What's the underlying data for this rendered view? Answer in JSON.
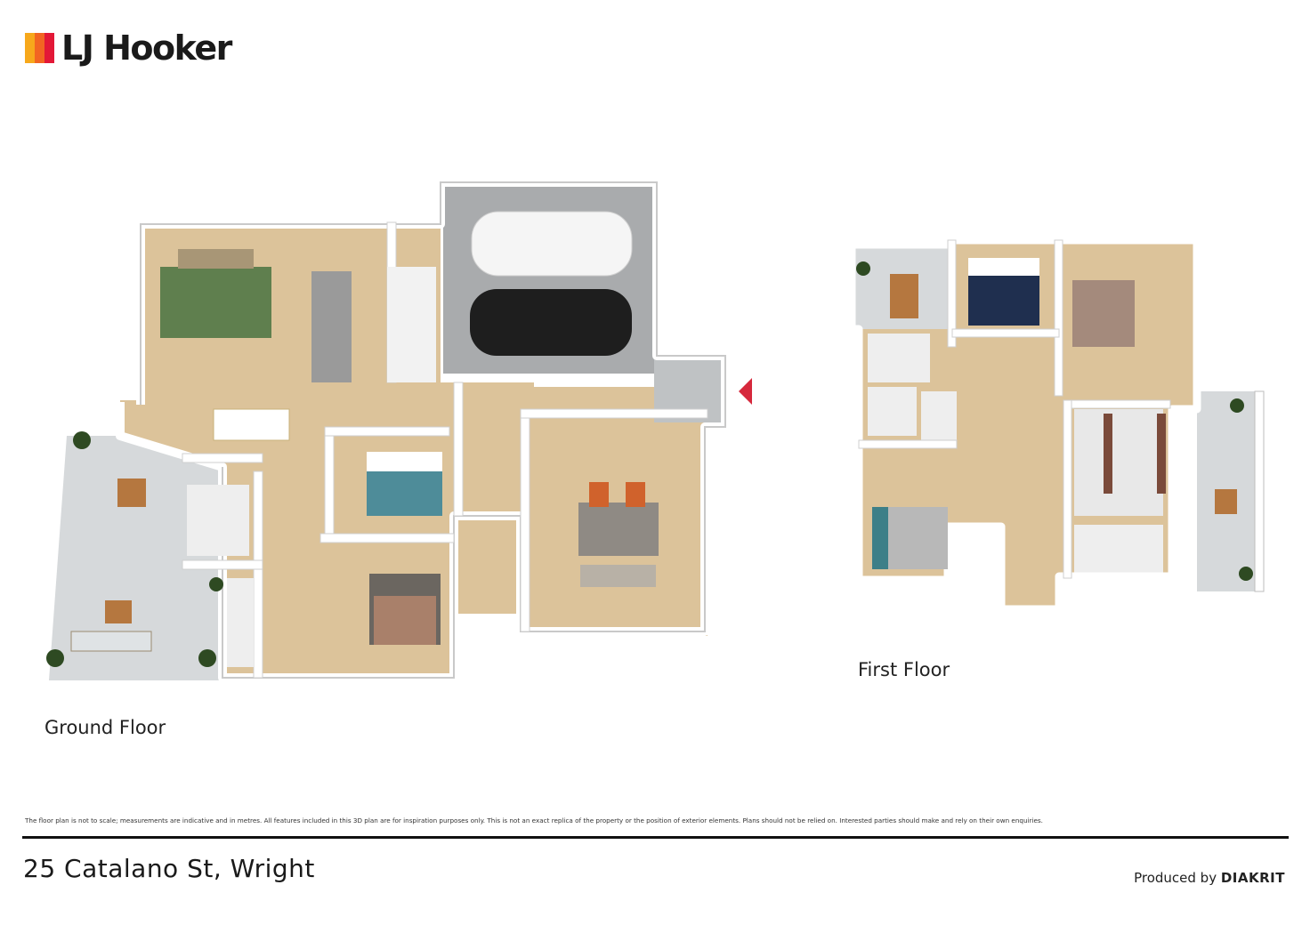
{
  "brand": {
    "name": "LJ Hooker",
    "bar_colors": [
      "#f7a81b",
      "#f26522",
      "#e31837"
    ]
  },
  "plans": {
    "ground_label": "Ground Floor",
    "first_label": "First Floor"
  },
  "footer": {
    "disclaimer": "The floor plan is not to scale; measurements are indicative and in metres. All features included in this 3D plan are for inspiration purposes only. This is not an exact replica of the property or the position of exterior elements. Plans should not be relied on. Interested parties should make and rely on their own enquiries.",
    "address": "25 Catalano St, Wright",
    "produced_prefix": "Produced by",
    "produced_brand": "DIAKRIT"
  },
  "colors": {
    "floor_wood": "#dcc39a",
    "wall": "#ffffff",
    "wall_shadow": "#c9c9c9",
    "patio": "#d6d9db",
    "garage": "#a9abad",
    "entry_marker": "#d6283c"
  }
}
